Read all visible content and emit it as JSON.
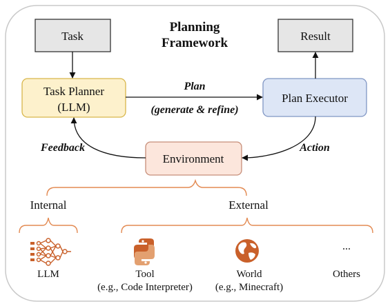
{
  "title": [
    "Planning",
    "Framework"
  ],
  "nodes": {
    "task": "Task",
    "result": "Result",
    "task_planner": [
      "Task Planner",
      "(LLM)"
    ],
    "plan_executor": "Plan Executor",
    "environment": "Environment"
  },
  "edges": {
    "plan": "Plan",
    "plan_sub": "(generate & refine)",
    "feedback": "Feedback",
    "action": "Action"
  },
  "groups": {
    "internal": "Internal",
    "external": "External"
  },
  "items": [
    {
      "label": "LLM",
      "icon": "neural-network-icon"
    },
    {
      "label": "Tool",
      "sub": "(e.g., Code Interpreter)",
      "icon": "python-icon"
    },
    {
      "label": "World",
      "sub": "(e.g., Minecraft)",
      "icon": "globe-icon"
    },
    {
      "label": "Others",
      "icon": "ellipsis-icon",
      "glyph": "..."
    }
  ],
  "colors": {
    "task_fill": "#e6e6e6",
    "planner_fill": "#fdf1cc",
    "planner_stroke": "#d8b64a",
    "executor_fill": "#dde6f6",
    "executor_stroke": "#8096c4",
    "environment_fill": "#fce6dc",
    "environment_stroke": "#c68d78",
    "accent": "#e38a52",
    "icon_orange": "#c9602a"
  }
}
